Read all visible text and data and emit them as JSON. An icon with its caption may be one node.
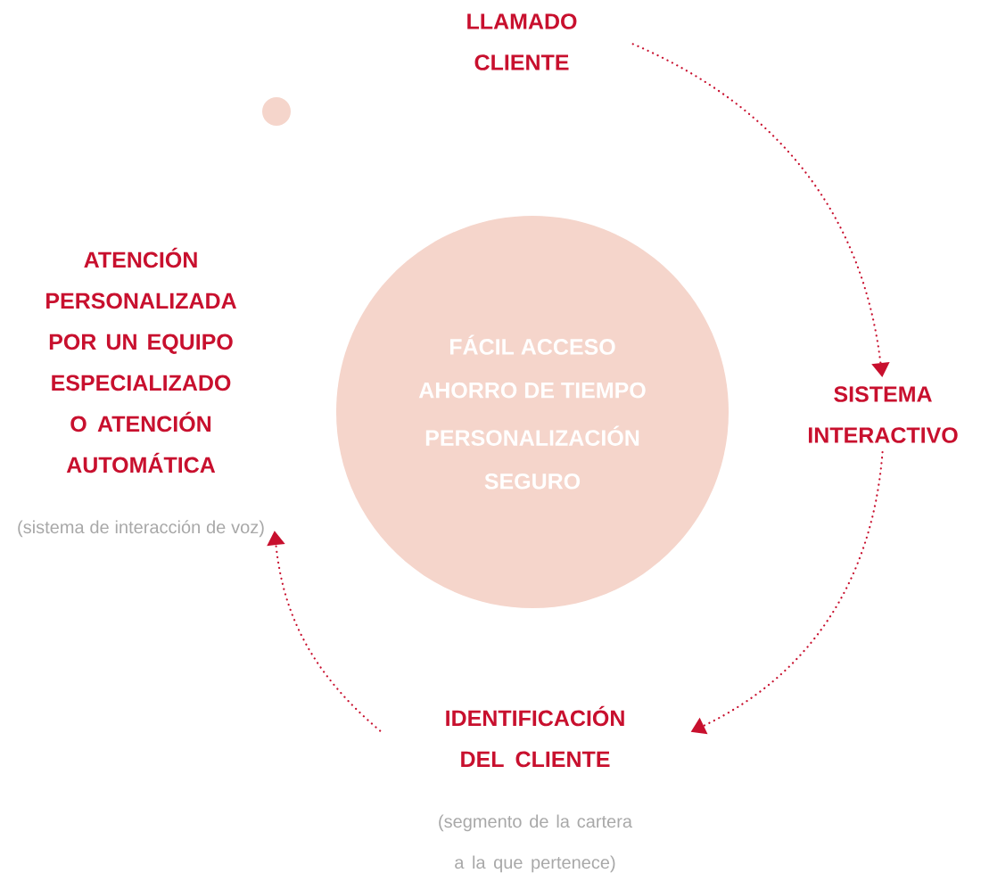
{
  "diagram": {
    "nodes": [
      {
        "text": [
          "LLAMADO CLIENTE"
        ]
      },
      {
        "text": [
          "SISTEMA INTERACTIVO"
        ]
      },
      {
        "text": [
          "IDENTIFICACIÓN DEL CLIENTE"
        ],
        "beside": [
          "(segmento de la cartera a la que pertenece)"
        ]
      },
      {
        "text": [
          "ATENCIÓN PERSONALIZADA POR UN EQUIPO ESPECIALIZADO O ATENCIÓN AUTOMÁTICA"
        ],
        "beside": [
          "(sistema de interacción de voz)"
        ]
      },
      {
        "text": [
          "FÁCIL ACCESO",
          "AHORRO DE TIEMPO",
          "PERSONALIZACIÓN",
          "SEGURO"
        ]
      }
    ],
    "edges": [
      {
        "from": 0,
        "to": 1,
        "arrow": "to"
      },
      {
        "from": 1,
        "to": 2,
        "arrow": "to"
      },
      {
        "from": 2,
        "to": 3,
        "arrow": "to"
      }
    ]
  }
}
